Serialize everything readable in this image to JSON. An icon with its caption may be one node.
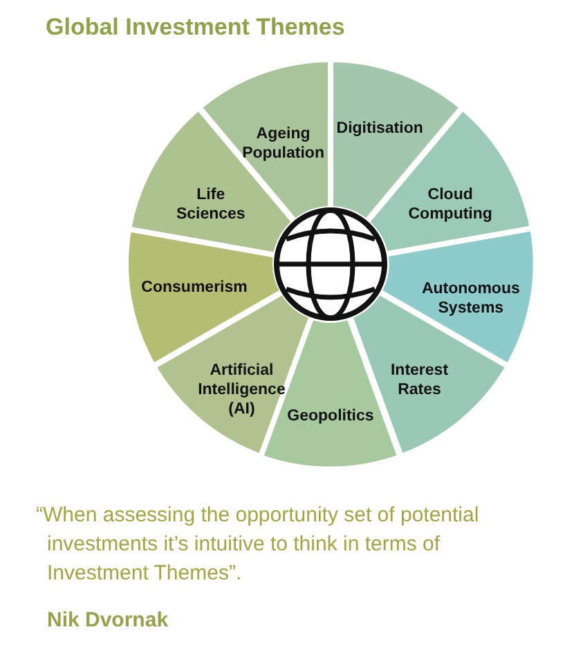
{
  "diagram": {
    "title": "Global Investment Themes",
    "nodes": [
      {
        "text": [
          "Ageing Population"
        ]
      },
      {
        "text": [
          "Digitisation"
        ]
      },
      {
        "text": [
          "Cloud Computing"
        ]
      },
      {
        "text": [
          "Autonomous Systems"
        ]
      },
      {
        "text": [
          "Interest Rates"
        ]
      },
      {
        "text": [
          "Geopolitics"
        ]
      },
      {
        "text": [
          "Artificial Intelligence (AI)"
        ]
      },
      {
        "text": [
          "Consumerism"
        ]
      },
      {
        "text": [
          "Life Sciences"
        ]
      }
    ],
    "labels": [
      "“When assessing the opportunity set of potential investments it’s intuitive to think in terms of Investment Themes”.",
      "Nik Dvornak"
    ]
  }
}
